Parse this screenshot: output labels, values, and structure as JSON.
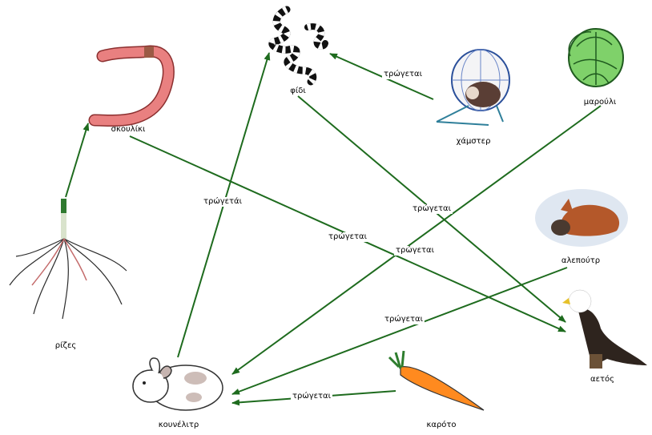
{
  "nodes": [
    {
      "id": "snake",
      "label": "φίδι",
      "icon": "snake-icon"
    },
    {
      "id": "worm",
      "label": "σκουλίκι",
      "icon": "worm-icon"
    },
    {
      "id": "hamster",
      "label": "χάμστερ",
      "icon": "hamster-icon"
    },
    {
      "id": "lettuce",
      "label": "μαρούλι",
      "icon": "lettuce-icon"
    },
    {
      "id": "roots",
      "label": "ρίζες",
      "icon": "roots-icon"
    },
    {
      "id": "fox",
      "label": "αλεπούτρ",
      "icon": "fox-icon"
    },
    {
      "id": "eagle",
      "label": "αετός",
      "icon": "eagle-icon"
    },
    {
      "id": "rabbit",
      "label": "κουνέλιτρ",
      "icon": "rabbit-icon"
    },
    {
      "id": "carrot",
      "label": "καρότο",
      "icon": "carrot-icon"
    }
  ],
  "edges": [
    {
      "from": "roots",
      "to": "worm",
      "label": ""
    },
    {
      "from": "hamster",
      "to": "snake",
      "label": "τρώγεται"
    },
    {
      "from": "rabbit",
      "to": "snake",
      "label": "τρώγετάι"
    },
    {
      "from": "worm",
      "to": "eagle",
      "label": "τρώγεται"
    },
    {
      "from": "snake",
      "to": "eagle",
      "label": "τρώγεται"
    },
    {
      "from": "lettuce",
      "to": "rabbit",
      "label": "τρώγεται"
    },
    {
      "from": "fox",
      "to": "rabbit",
      "label": "τρώγεται"
    },
    {
      "from": "carrot",
      "to": "rabbit",
      "label": "τρώγεται"
    }
  ],
  "colors": {
    "arrow": "#1e6b1e",
    "text": "#000000"
  }
}
